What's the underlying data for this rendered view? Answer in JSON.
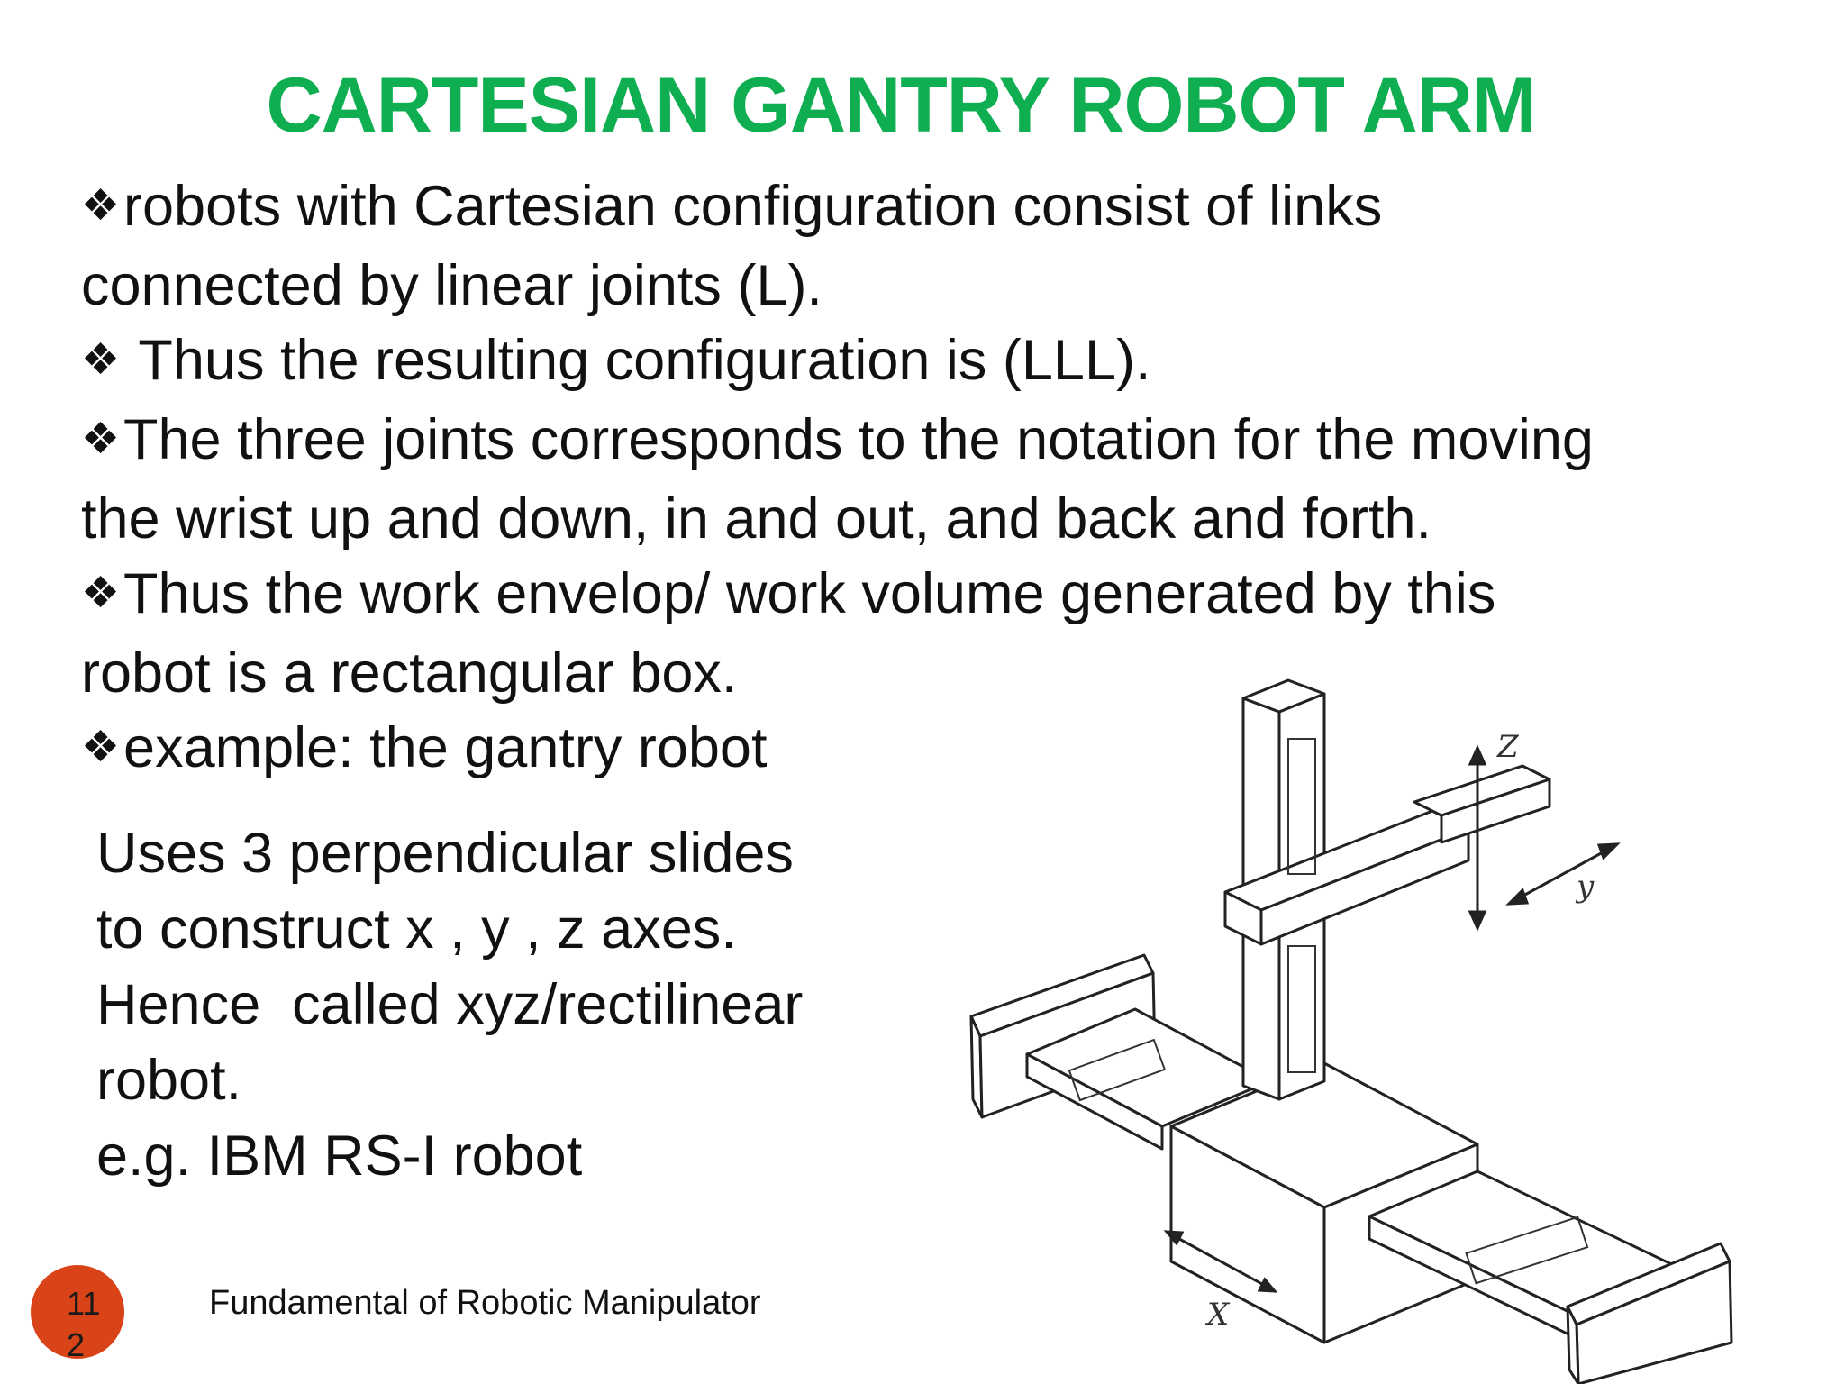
{
  "slide": {
    "title": "CARTESIAN GANTRY ROBOT ARM",
    "title_color": "#0fae50",
    "bullet_symbol": "❖",
    "bullets": [
      {
        "lines": [
          "robots with Cartesian configuration consist of links",
          "connected by linear joints (L)."
        ]
      },
      {
        "lines": [
          " Thus the resulting configuration is (LLL)."
        ]
      },
      {
        "lines": [
          "The three joints corresponds to the notation for the moving",
          "the wrist up and down, in and out, and back and forth."
        ]
      },
      {
        "lines": [
          "Thus the work envelop/ work volume generated by this",
          "robot is a rectangular box."
        ]
      },
      {
        "lines": [
          "example: the gantry robot"
        ]
      }
    ],
    "description_lines": [
      "Uses 3 perpendicular slides",
      "to construct x , y , z axes.",
      "Hence  called xyz/rectilinear",
      "robot.",
      "e.g. IBM RS-I robot"
    ],
    "footer": "Fundamental of Robotic Manipulator",
    "slide_number": "112",
    "slide_number_color": "#d94318"
  },
  "diagram": {
    "axis_labels": {
      "x": "X",
      "y": "y",
      "z": "Z"
    }
  }
}
